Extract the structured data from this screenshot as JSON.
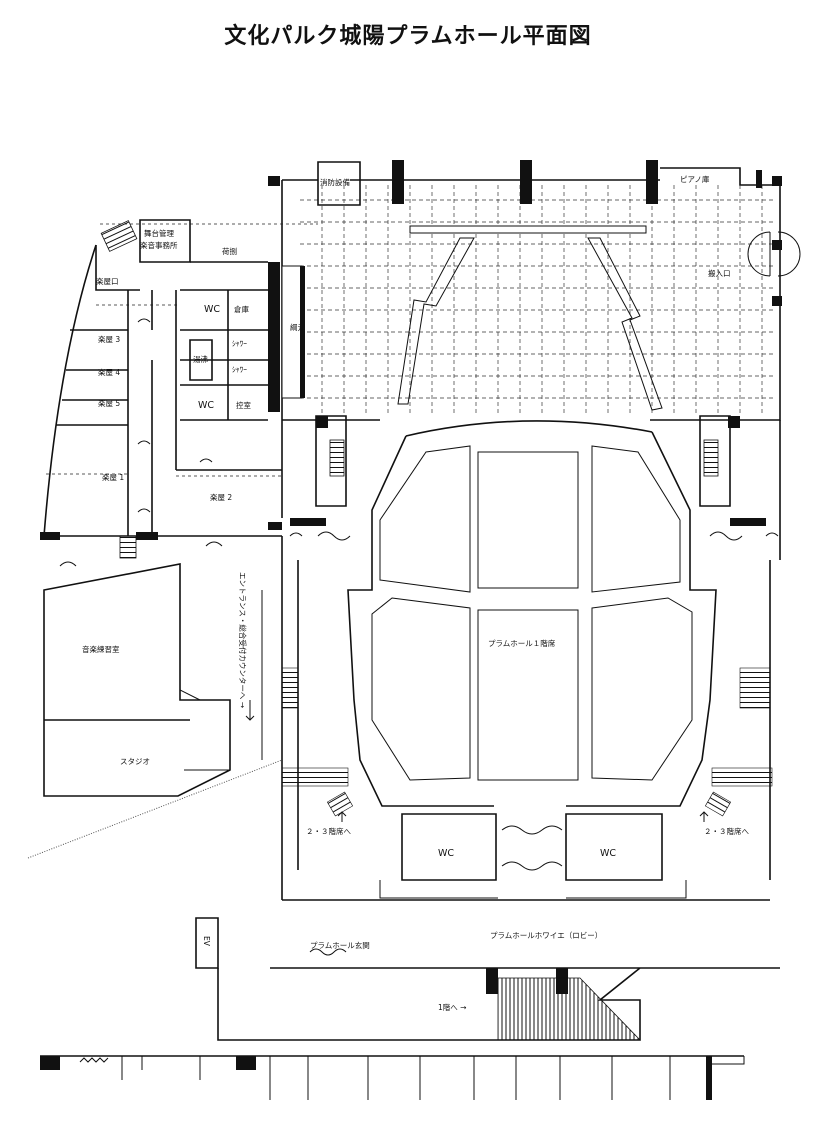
{
  "title": "文化パルク城陽プラムホール平面図",
  "rooms": {
    "fire_equipment": "消防設備",
    "piano_storage": "ピアノ庫",
    "loading_entrance": "搬入口",
    "stage_mgmt_line1": "舞台管理",
    "stage_mgmt_line2": "楽音事務所",
    "storage_yard": "荷捌",
    "dressing_entrance": "楽屋口",
    "wc": "WC",
    "warehouse": "倉庫",
    "shower": "ｼｬﾜｰ",
    "kyuto": "湯沸",
    "hikae": "控室",
    "fly_gallery": "綱元",
    "dressing_3": "楽屋 3",
    "dressing_4": "楽屋 4",
    "dressing_5": "楽屋 5",
    "dressing_1": "楽屋 1",
    "dressing_2": "楽屋 2",
    "music_practice": "音楽練習室",
    "studio": "スタジオ",
    "entrance_note": "エントランス・総合受付カウンターへ →",
    "hall_1f_seats": "プラムホール１階席",
    "to_23f_left": "２・３階席へ",
    "to_23f_right": "２・３階席へ",
    "foyer": "プラムホールホワイエ（ロビー）",
    "hall_entrance": "プラムホール玄関",
    "to_1f": "1階へ →",
    "ev": "EV"
  }
}
